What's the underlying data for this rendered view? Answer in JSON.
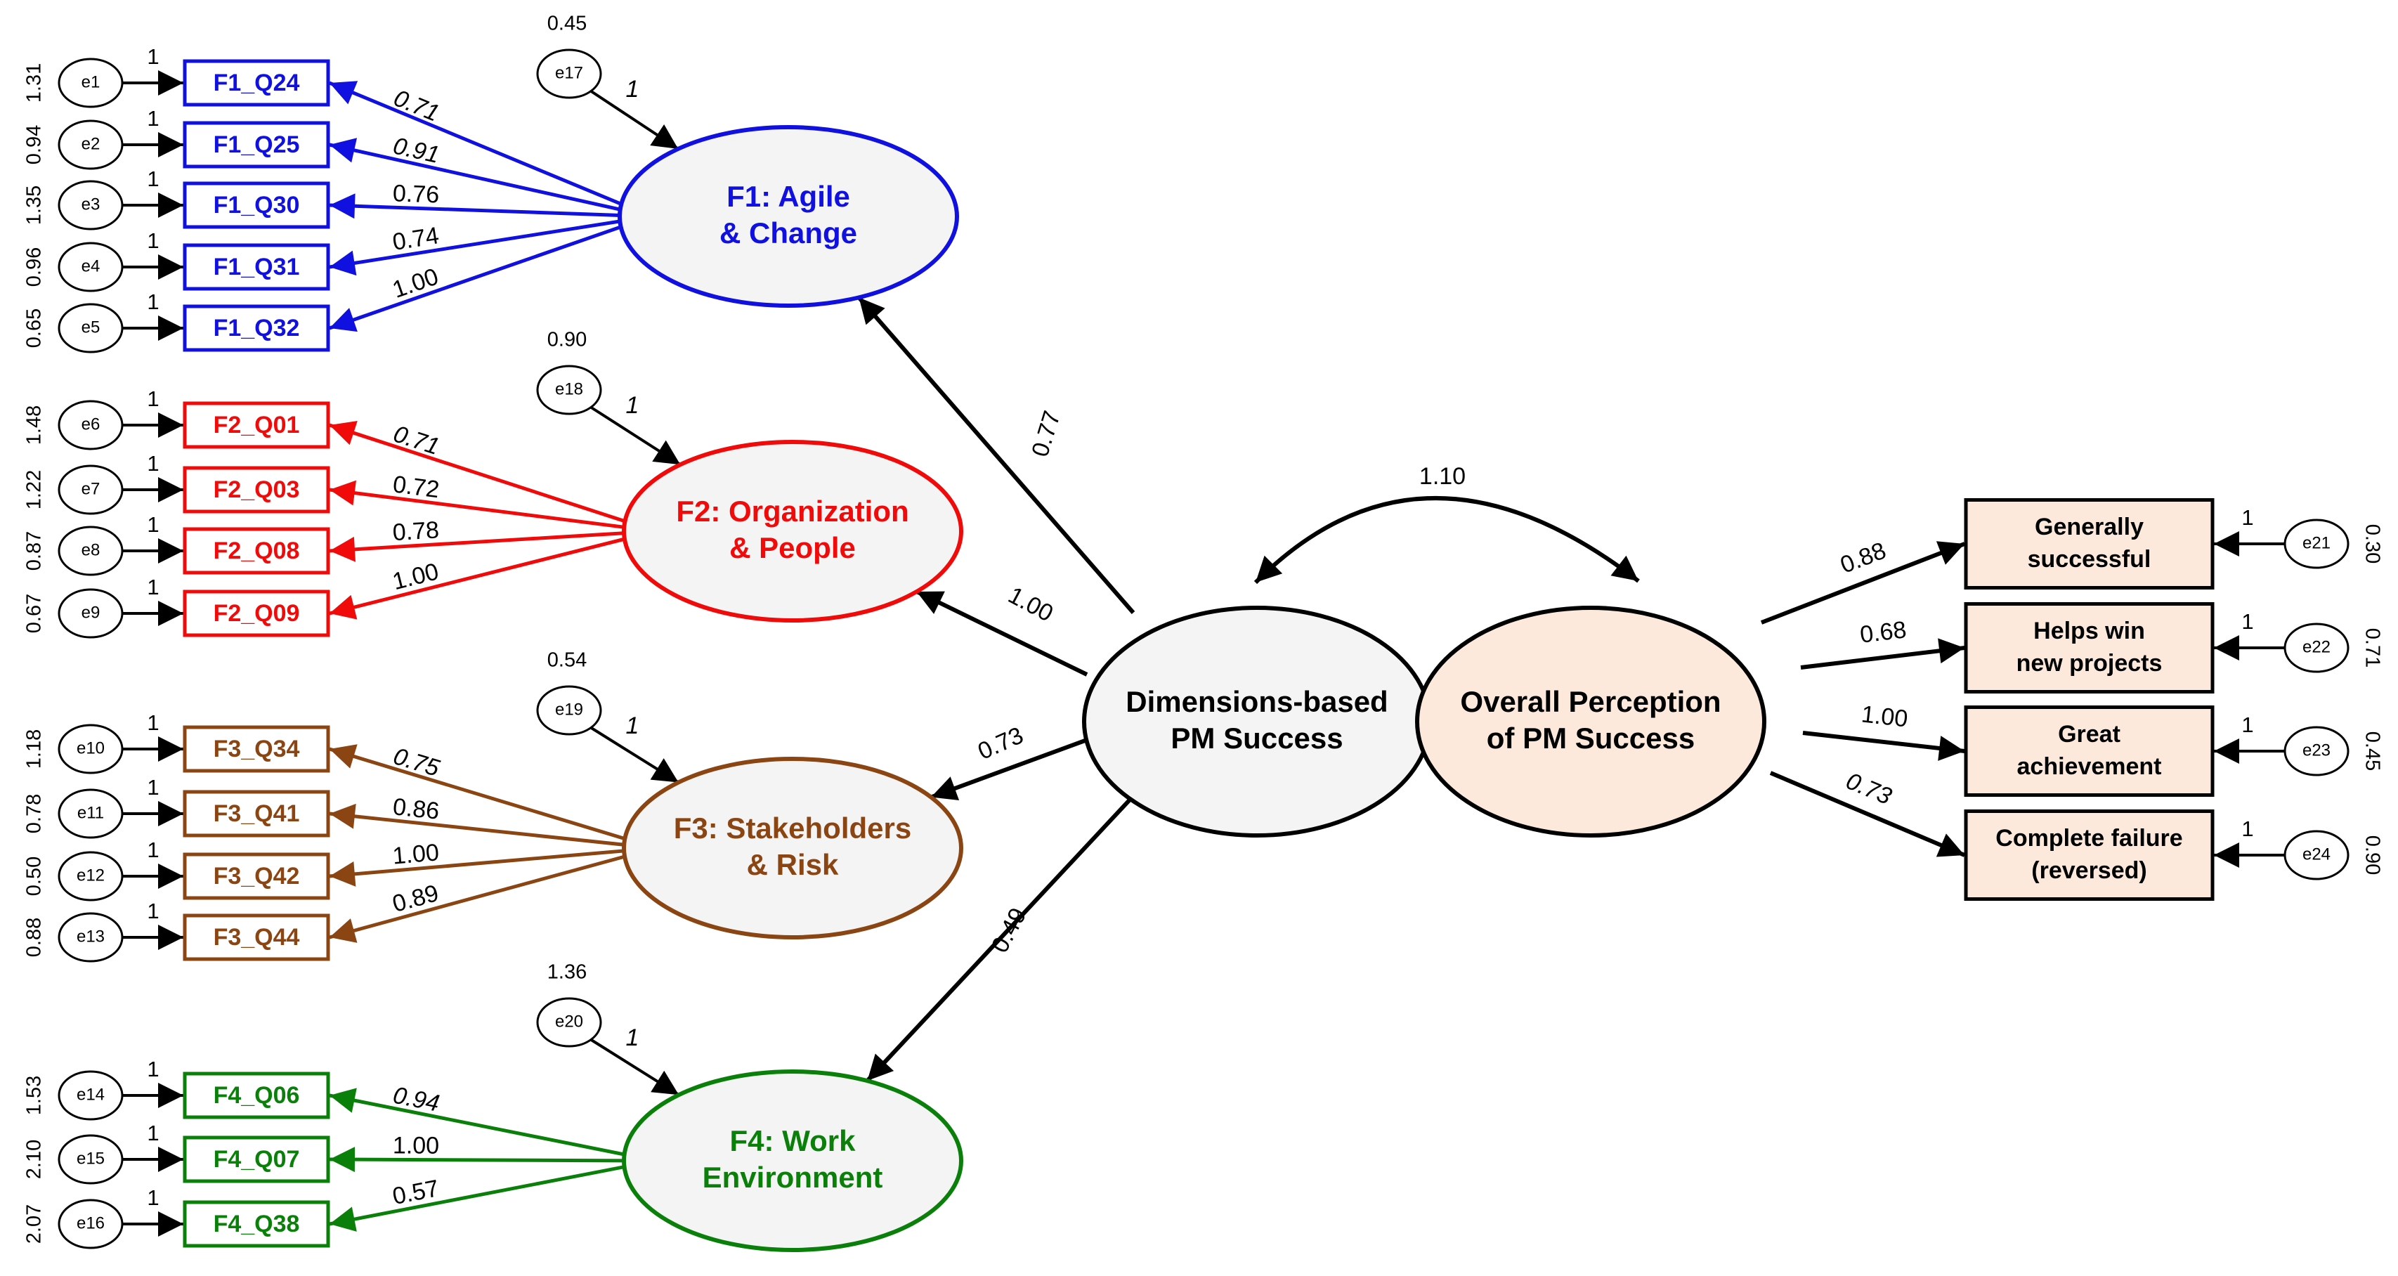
{
  "colors": {
    "f1": "#1010e0",
    "f2": "#f00a0a",
    "f3": "#8b4513",
    "f4": "#0a800a",
    "black": "#000000",
    "latent_fill": "#f4f4f4",
    "outcome_fill": "#fde8dc"
  },
  "factors": [
    {
      "id": "f1",
      "label_lines": [
        "F1: Agile",
        "& Change"
      ],
      "disturbance": {
        "name": "e17",
        "variance": "0.45",
        "weight": "1"
      },
      "structural_loading": "0.77",
      "items": [
        {
          "name": "F1_Q24",
          "error": "e1",
          "variance": "1.31",
          "weight": "1",
          "loading": "0.71",
          "italic": true
        },
        {
          "name": "F1_Q25",
          "error": "e2",
          "variance": "0.94",
          "weight": "1",
          "loading": "0.91",
          "italic": true
        },
        {
          "name": "F1_Q30",
          "error": "e3",
          "variance": "1.35",
          "weight": "1",
          "loading": "0.76",
          "italic": false
        },
        {
          "name": "F1_Q31",
          "error": "e4",
          "variance": "0.96",
          "weight": "1",
          "loading": "0.74",
          "italic": false
        },
        {
          "name": "F1_Q32",
          "error": "e5",
          "variance": "0.65",
          "weight": "1",
          "loading": "1.00",
          "italic": false
        }
      ]
    },
    {
      "id": "f2",
      "label_lines": [
        "F2: Organization",
        "& People"
      ],
      "disturbance": {
        "name": "e18",
        "variance": "0.90",
        "weight": "1"
      },
      "structural_loading": "1.00",
      "items": [
        {
          "name": "F2_Q01",
          "error": "e6",
          "variance": "1.48",
          "weight": "1",
          "loading": "0.71",
          "italic": true
        },
        {
          "name": "F2_Q03",
          "error": "e7",
          "variance": "1.22",
          "weight": "1",
          "loading": "0.72",
          "italic": false
        },
        {
          "name": "F2_Q08",
          "error": "e8",
          "variance": "0.87",
          "weight": "1",
          "loading": "0.78",
          "italic": false
        },
        {
          "name": "F2_Q09",
          "error": "e9",
          "variance": "0.67",
          "weight": "1",
          "loading": "1.00",
          "italic": false
        }
      ]
    },
    {
      "id": "f3",
      "label_lines": [
        "F3: Stakeholders",
        "& Risk"
      ],
      "disturbance": {
        "name": "e19",
        "variance": "0.54",
        "weight": "1"
      },
      "structural_loading": "0.73",
      "items": [
        {
          "name": "F3_Q34",
          "error": "e10",
          "variance": "1.18",
          "weight": "1",
          "loading": "0.75",
          "italic": true
        },
        {
          "name": "F3_Q41",
          "error": "e11",
          "variance": "0.78",
          "weight": "1",
          "loading": "0.86",
          "italic": false
        },
        {
          "name": "F3_Q42",
          "error": "e12",
          "variance": "0.50",
          "weight": "1",
          "loading": "1.00",
          "italic": false
        },
        {
          "name": "F3_Q44",
          "error": "e13",
          "variance": "0.88",
          "weight": "1",
          "loading": "0.89",
          "italic": false
        }
      ]
    },
    {
      "id": "f4",
      "label_lines": [
        "F4: Work",
        "Environment"
      ],
      "disturbance": {
        "name": "e20",
        "variance": "1.36",
        "weight": "1"
      },
      "structural_loading": "0.49",
      "items": [
        {
          "name": "F4_Q06",
          "error": "e14",
          "variance": "1.53",
          "weight": "1",
          "loading": "0.94",
          "italic": true
        },
        {
          "name": "F4_Q07",
          "error": "e15",
          "variance": "2.10",
          "weight": "1",
          "loading": "1.00",
          "italic": false
        },
        {
          "name": "F4_Q38",
          "error": "e16",
          "variance": "2.07",
          "weight": "1",
          "loading": "0.57",
          "italic": false
        }
      ]
    }
  ],
  "central": {
    "label_lines": [
      "Dimensions-based",
      "PM Success"
    ]
  },
  "outcome": {
    "label_lines": [
      "Overall Perception",
      "of PM Success"
    ],
    "covariance": "1.10",
    "indicators": [
      {
        "lines": [
          "Generally",
          "successful"
        ],
        "error": "e21",
        "variance": "0.30",
        "weight": "1",
        "loading": "0.88"
      },
      {
        "lines": [
          "Helps win",
          "new projects"
        ],
        "error": "e22",
        "variance": "0.71",
        "weight": "1",
        "loading": "0.68"
      },
      {
        "lines": [
          "Great",
          "achievement"
        ],
        "error": "e23",
        "variance": "0.45",
        "weight": "1",
        "loading": "1.00"
      },
      {
        "lines": [
          "Complete failure",
          "(reversed)"
        ],
        "error": "e24",
        "variance": "0.90",
        "weight": "1",
        "loading": "0.73"
      }
    ]
  }
}
